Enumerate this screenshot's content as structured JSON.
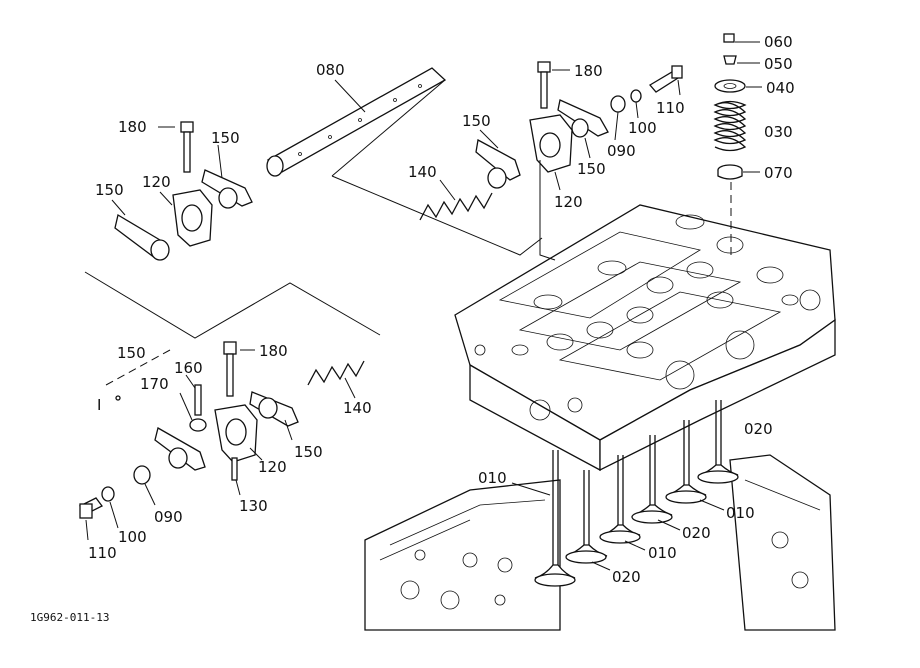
{
  "drawing_code": "1G962-011-13",
  "callouts": [
    {
      "id": "060",
      "text": "060"
    },
    {
      "id": "050",
      "text": "050"
    },
    {
      "id": "040",
      "text": "040"
    },
    {
      "id": "030",
      "text": "030"
    },
    {
      "id": "070",
      "text": "070"
    },
    {
      "id": "180a",
      "text": "180"
    },
    {
      "id": "110a",
      "text": "110"
    },
    {
      "id": "100a",
      "text": "100"
    },
    {
      "id": "090a",
      "text": "090"
    },
    {
      "id": "150a",
      "text": "150"
    },
    {
      "id": "150b",
      "text": "150"
    },
    {
      "id": "120a",
      "text": "120"
    },
    {
      "id": "140a",
      "text": "140"
    },
    {
      "id": "080",
      "text": "080"
    },
    {
      "id": "180b",
      "text": "180"
    },
    {
      "id": "150c",
      "text": "150"
    },
    {
      "id": "150d",
      "text": "150"
    },
    {
      "id": "120b",
      "text": "120"
    },
    {
      "id": "180c",
      "text": "180"
    },
    {
      "id": "150e",
      "text": "150"
    },
    {
      "id": "160",
      "text": "160"
    },
    {
      "id": "170",
      "text": "170"
    },
    {
      "id": "140b",
      "text": "140"
    },
    {
      "id": "150f",
      "text": "150"
    },
    {
      "id": "120c",
      "text": "120"
    },
    {
      "id": "130",
      "text": "130"
    },
    {
      "id": "090b",
      "text": "090"
    },
    {
      "id": "100b",
      "text": "100"
    },
    {
      "id": "110b",
      "text": "110"
    },
    {
      "id": "020a",
      "text": "020"
    },
    {
      "id": "010a",
      "text": "010"
    },
    {
      "id": "010b",
      "text": "010"
    },
    {
      "id": "020b",
      "text": "020"
    },
    {
      "id": "010c",
      "text": "010"
    },
    {
      "id": "020c",
      "text": "020"
    },
    {
      "id": "I",
      "text": "I"
    }
  ]
}
